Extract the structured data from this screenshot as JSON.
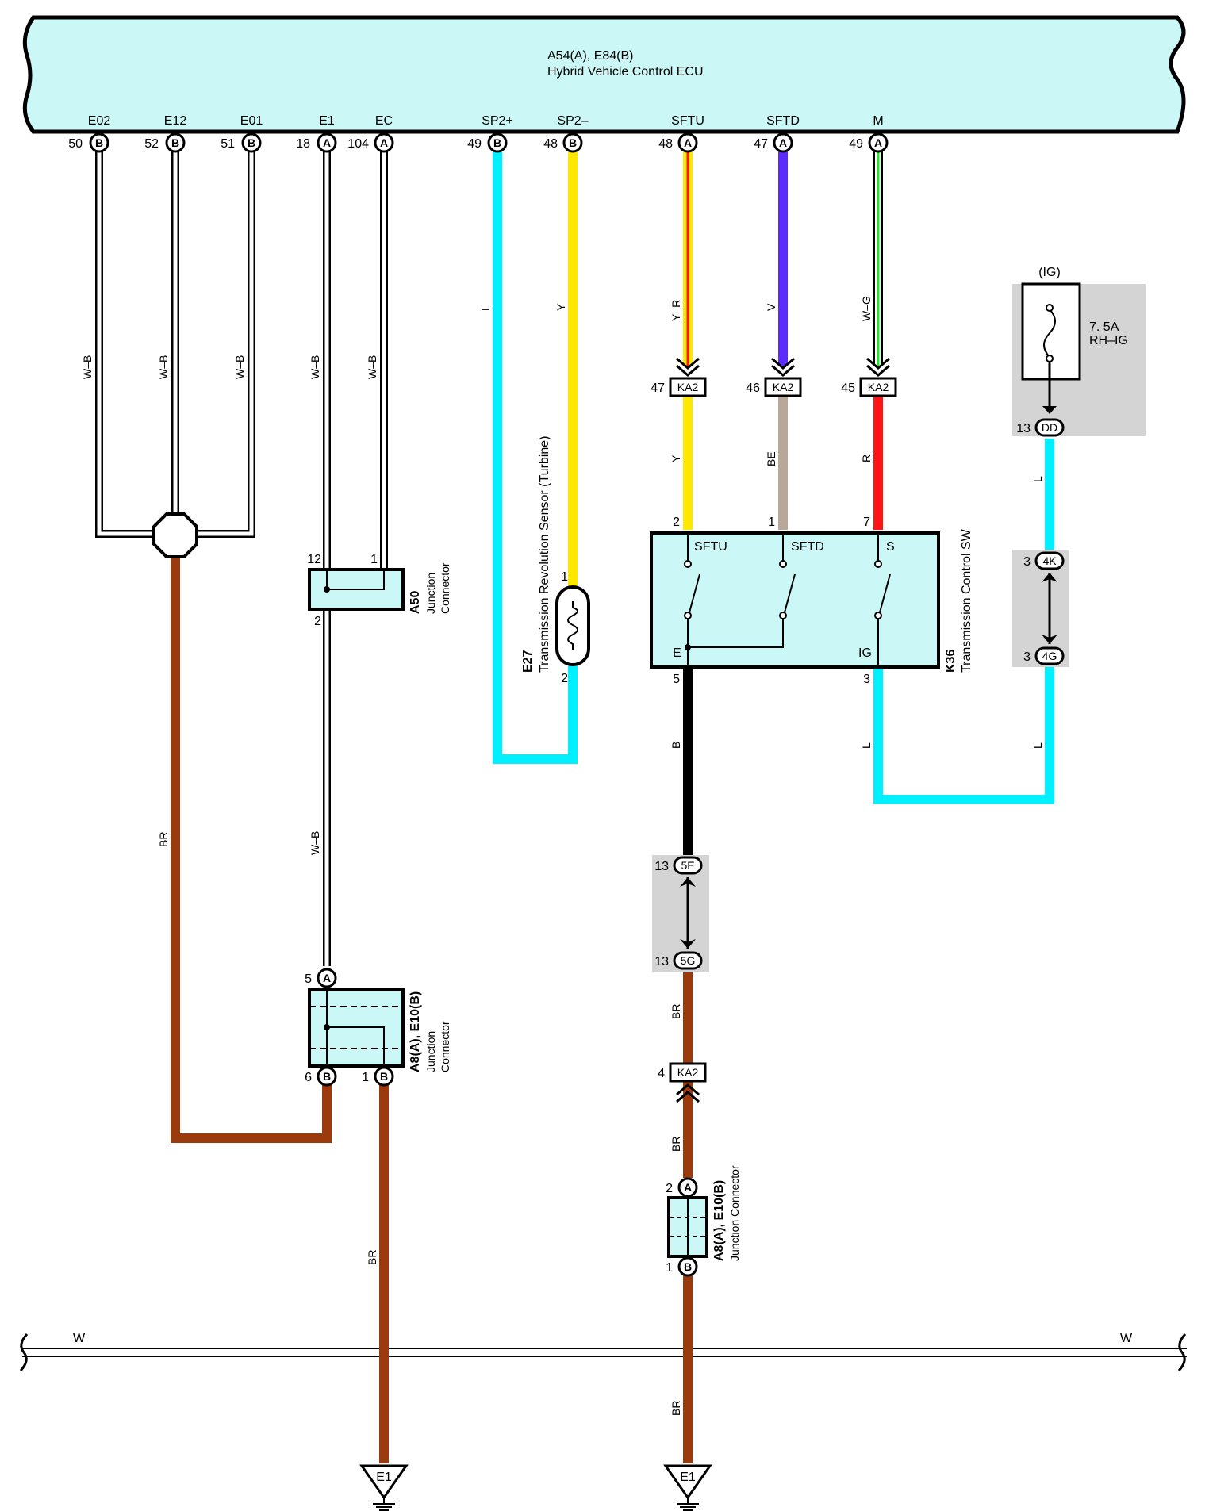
{
  "colors": {
    "bg": "#ffffff",
    "ecu_fill": "#ccf7f7",
    "component_fill": "#ccf7f7",
    "shade": "#d4d4d4",
    "wire_BR": "#9b3a0c",
    "wire_Y": "#ffe800",
    "wire_L": "#00f0ff",
    "wire_V": "#5a2cff",
    "wire_BE": "#b9a797",
    "wire_R": "#ff1515",
    "wire_B": "#000000",
    "wire_G": "#26e426",
    "wire_stripe_R": "#ff1515"
  },
  "ecu": {
    "label": "A54(A), E84(B)",
    "name": "Hybrid Vehicle Control ECU",
    "pins": [
      {
        "name": "E02",
        "num": "50",
        "conn": "B"
      },
      {
        "name": "E12",
        "num": "52",
        "conn": "B"
      },
      {
        "name": "E01",
        "num": "51",
        "conn": "B"
      },
      {
        "name": "E1",
        "num": "18",
        "conn": "A"
      },
      {
        "name": "EC",
        "num": "104",
        "conn": "A"
      },
      {
        "name": "SP2+",
        "num": "49",
        "conn": "B"
      },
      {
        "name": "SP2–",
        "num": "48",
        "conn": "B"
      },
      {
        "name": "SFTU",
        "num": "48",
        "conn": "A"
      },
      {
        "name": "SFTD",
        "num": "47",
        "conn": "A"
      },
      {
        "name": "M",
        "num": "49",
        "conn": "A"
      }
    ]
  },
  "wire_labels": {
    "wb1": "W–B",
    "wb2": "W–B",
    "wb3": "W–B",
    "wb4": "W–B",
    "wb5": "W–B",
    "wb6": "W–B",
    "l1": "L",
    "y1": "Y",
    "yr": "Y–R",
    "v": "V",
    "wg": "W–G",
    "y2": "Y",
    "be": "BE",
    "r": "R",
    "br1": "BR",
    "br2": "BR",
    "br3": "BR",
    "br4": "BR",
    "br5": "BR",
    "b": "B",
    "l2": "L",
    "l3": "L",
    "l4": "L"
  },
  "ka2_connectors": [
    {
      "num": "47",
      "label": "KA2"
    },
    {
      "num": "46",
      "label": "KA2"
    },
    {
      "num": "45",
      "label": "KA2"
    },
    {
      "num": "4",
      "label": "KA2"
    }
  ],
  "fuse": {
    "supply": "(IG)",
    "rating": "7. 5A",
    "name": "RH–IG",
    "pin_num": "13",
    "pin_label": "DD"
  },
  "inline_connectors": [
    {
      "num": "3",
      "label": "4K"
    },
    {
      "num": "3",
      "label": "4G"
    },
    {
      "num": "13",
      "label": "5E"
    },
    {
      "num": "13",
      "label": "5G"
    }
  ],
  "switch": {
    "id": "K36",
    "name": "Transmission Control SW",
    "terms": [
      "SFTU",
      "SFTD",
      "S",
      "E",
      "IG"
    ],
    "pins": {
      "sftu": "2",
      "sftd": "1",
      "s": "7",
      "e": "5",
      "ig": "3"
    }
  },
  "sensor": {
    "id": "E27",
    "name": "Transmission Revolution Sensor (Turbine)",
    "pin1": "1",
    "pin2": "2"
  },
  "jc_a50": {
    "id": "A50",
    "line1": "Junction",
    "line2": "Connector",
    "pin_left": "12",
    "pin_right": "1",
    "pin_bottom": "2"
  },
  "jc_a8_1": {
    "id": "A8(A), E10(B)",
    "line1": "Junction",
    "line2": "Connector",
    "pin_top": "5",
    "pin_top_conn": "A",
    "pin_bl": "6",
    "pin_bl_conn": "B",
    "pin_br": "1",
    "pin_br_conn": "B"
  },
  "jc_a8_2": {
    "id": "A8(A), E10(B)",
    "line1": "Junction Connector",
    "pin_top": "2",
    "pin_top_conn": "A",
    "pin_bottom": "1",
    "pin_bottom_conn": "B"
  },
  "break_labels": {
    "left": "W",
    "right": "W"
  },
  "grounds": [
    {
      "label": "E1"
    },
    {
      "label": "E1"
    }
  ]
}
